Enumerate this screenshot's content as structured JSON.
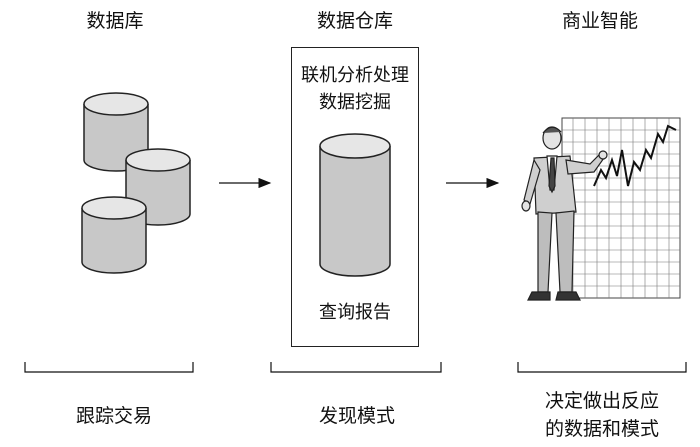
{
  "columns": [
    {
      "title": "数据库",
      "bottom_label": "跟踪交易"
    },
    {
      "title": "数据仓库",
      "bottom_label": "发现模式"
    },
    {
      "title": "商业智能",
      "bottom_label_line1": "决定做出反应",
      "bottom_label_line2": "的数据和模式"
    }
  ],
  "warehouse_box": {
    "line1": "联机分析处理",
    "line2": "数据挖掘",
    "bottom": "查询报告"
  },
  "icons": {
    "database": "database-cylinder-icon",
    "warehouse": "warehouse-cylinder-icon",
    "person": "presenter-person-icon",
    "chart": "rising-line-chart-icon",
    "arrow": "right-arrow-icon"
  }
}
